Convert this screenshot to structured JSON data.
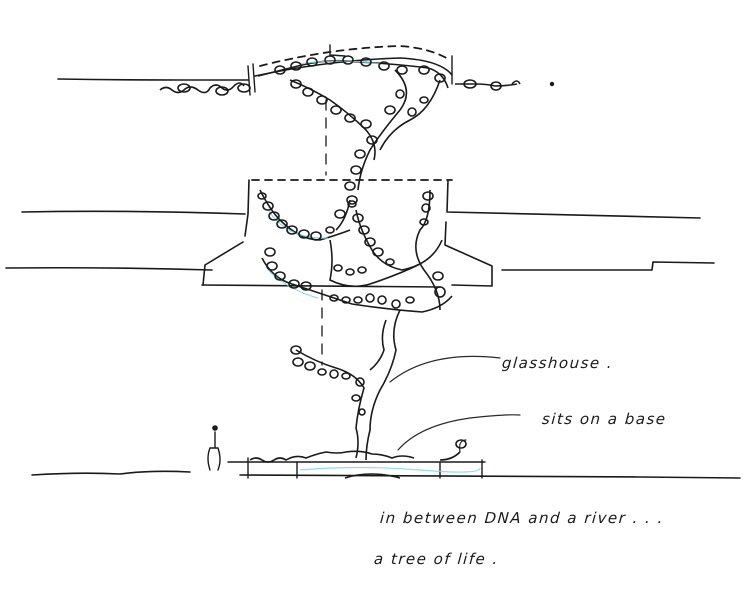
{
  "sketch": {
    "title": "Section sketch: vertical planted glasshouse tree through floor plates",
    "ink_color": "#1a1a1a",
    "accent_color": "#7fd6e6",
    "background": "#ffffff"
  },
  "annotations": [
    {
      "id": "glasshouse",
      "text": "glasshouse ."
    },
    {
      "id": "base",
      "text": "sits on a base"
    },
    {
      "id": "dna-river",
      "text": "in between DNA and a river . . ."
    },
    {
      "id": "tree-of-life",
      "text": "a tree of life ."
    }
  ]
}
